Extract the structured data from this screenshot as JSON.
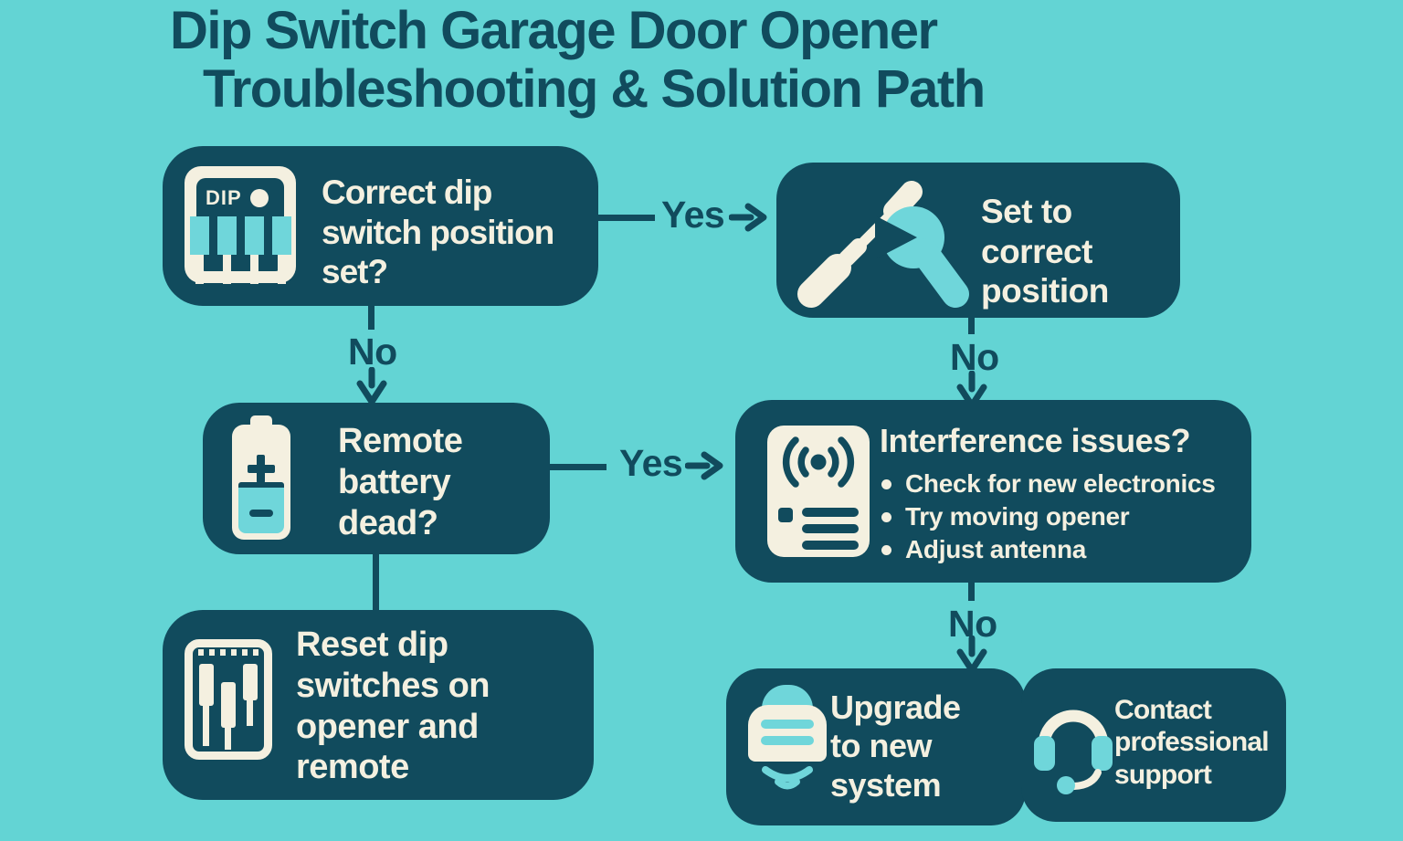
{
  "title": {
    "line1": "Dip Switch Garage Door Opener",
    "line2": "Troubleshooting & Solution Path"
  },
  "colors": {
    "background": "#63d4d4",
    "box": "#114b5d",
    "cream": "#f4f0e0",
    "accent": "#6fd6da"
  },
  "nodes": {
    "dip_question": {
      "text": "Correct dip\nswitch position\nset?",
      "icon_label": "DIP"
    },
    "set_position": {
      "text": "Set to\ncorrect\nposition"
    },
    "battery_question": {
      "text": "Remote\nbattery\ndead?"
    },
    "interference": {
      "title": "Interference issues?",
      "bullets": [
        "Check for new electronics",
        "Try moving opener",
        "Adjust antenna"
      ]
    },
    "reset_dip": {
      "text": "Reset dip\nswitches on\nopener and\nremote"
    },
    "upgrade": {
      "text": "Upgrade\nto new\nsystem"
    },
    "contact": {
      "text": "Contact\nprofessional\nsupport"
    }
  },
  "connectors": {
    "yes1": "Yes",
    "no1": "No",
    "no2": "No",
    "yes2": "Yes",
    "no3": "No"
  }
}
